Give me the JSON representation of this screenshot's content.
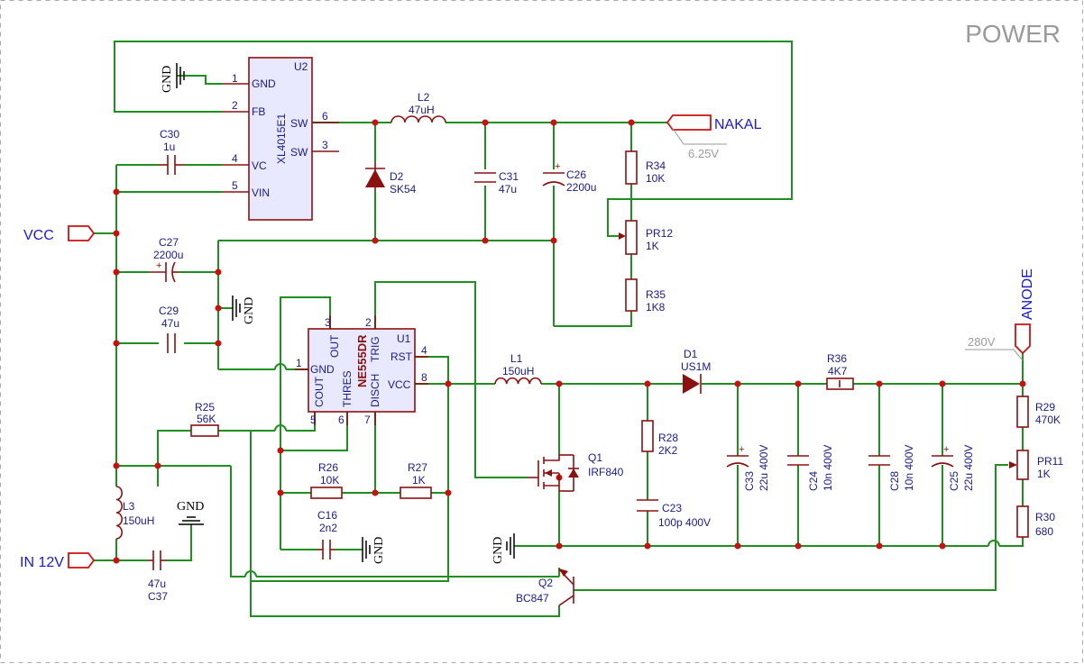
{
  "sheet": {
    "title": "POWER"
  },
  "ports": {
    "vcc": "VCC",
    "in12v": "IN 12V",
    "nakal": "NAKAL",
    "anode": "ANODE"
  },
  "net_notes": {
    "nakal_v": "6.25V",
    "anode_v": "280V"
  },
  "gnd_label": "GND",
  "ic": {
    "u2": {
      "ref": "U2",
      "name": "XL4015E1",
      "pins": [
        {
          "num": "1",
          "name": "GND"
        },
        {
          "num": "2",
          "name": "FB"
        },
        {
          "num": "4",
          "name": "VC"
        },
        {
          "num": "5",
          "name": "VIN"
        },
        {
          "num": "6",
          "name": "SW"
        },
        {
          "num": "3",
          "name": "SW"
        }
      ]
    },
    "u1": {
      "ref": "U1",
      "name": "NE555DR",
      "pins": [
        {
          "num": "1",
          "name": "GND"
        },
        {
          "num": "5",
          "name": "COUT"
        },
        {
          "num": "6",
          "name": "THRES"
        },
        {
          "num": "3",
          "name": "OUT"
        },
        {
          "num": "2",
          "name": "TRIG"
        },
        {
          "num": "7",
          "name": "DISCH"
        },
        {
          "num": "4",
          "name": "RST"
        },
        {
          "num": "8",
          "name": "VCC"
        }
      ]
    }
  },
  "components": {
    "l2": {
      "ref": "L2",
      "value": "47uH"
    },
    "d2": {
      "ref": "D2",
      "value": "SK54"
    },
    "c31": {
      "ref": "C31",
      "value": "47u"
    },
    "c26": {
      "ref": "C26",
      "value": "2200u"
    },
    "r34": {
      "ref": "R34",
      "value": "10K"
    },
    "pr12": {
      "ref": "PR12",
      "value": "1K"
    },
    "r35": {
      "ref": "R35",
      "value": "1K8"
    },
    "c30": {
      "ref": "C30",
      "value": "1u"
    },
    "c27": {
      "ref": "C27",
      "value": "2200u"
    },
    "c29": {
      "ref": "C29",
      "value": "47u"
    },
    "r25": {
      "ref": "R25",
      "value": "56K"
    },
    "l3": {
      "ref": "L3",
      "value": "150uH"
    },
    "c37": {
      "ref": "C37",
      "value": "47u"
    },
    "r26": {
      "ref": "R26",
      "value": "10K"
    },
    "r27": {
      "ref": "R27",
      "value": "1K"
    },
    "c16": {
      "ref": "C16",
      "value": "2n2"
    },
    "l1": {
      "ref": "L1",
      "value": "150uH"
    },
    "q1": {
      "ref": "Q1",
      "value": "IRF840"
    },
    "r28": {
      "ref": "R28",
      "value": "2K2"
    },
    "c23": {
      "ref": "C23",
      "value": "100p 400V"
    },
    "q2": {
      "ref": "Q2",
      "value": "BC847"
    },
    "d1": {
      "ref": "D1",
      "value": "US1M"
    },
    "r36": {
      "ref": "R36",
      "value": "4K7"
    },
    "c33": {
      "ref": "C33",
      "value": "22u 400V"
    },
    "c24": {
      "ref": "C24",
      "value": "10n 400V"
    },
    "c28": {
      "ref": "C28",
      "value": "10n 400V"
    },
    "c25": {
      "ref": "C25",
      "value": "22u 400V"
    },
    "r29": {
      "ref": "R29",
      "value": "470K"
    },
    "pr11": {
      "ref": "PR11",
      "value": "1K"
    },
    "r30": {
      "ref": "R30",
      "value": "680"
    }
  },
  "colors": {
    "wire": "#1f8f1f",
    "part": "#8b1010",
    "junction": "#c81010",
    "port": "#d01010",
    "label": "#1a1a8c"
  }
}
